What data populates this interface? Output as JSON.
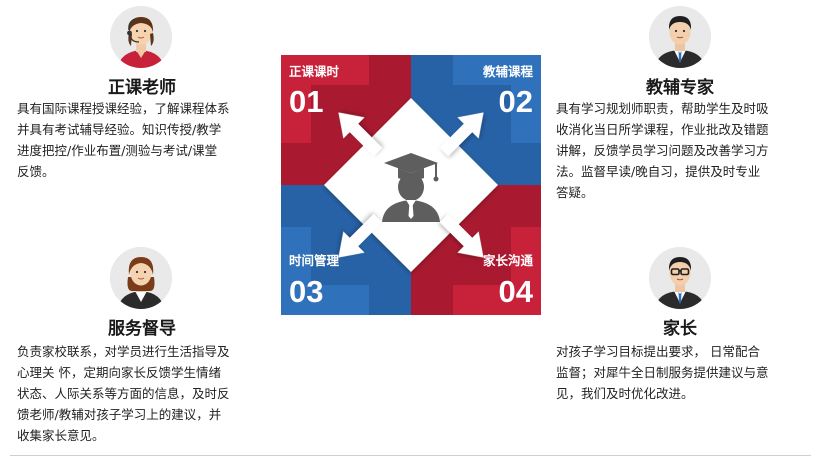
{
  "colors": {
    "red": "#c8213a",
    "blue": "#2f72bb",
    "gray": "#5e5e5e"
  },
  "center": {
    "icon": "graduate-icon"
  },
  "quadrants": [
    {
      "label": "正课课时",
      "number": "01",
      "color": "#c8213a"
    },
    {
      "label": "教辅课程",
      "number": "02",
      "color": "#2f72bb"
    },
    {
      "label": "时间管理",
      "number": "03",
      "color": "#2f72bb"
    },
    {
      "label": "家长沟通",
      "number": "04",
      "color": "#c8213a"
    }
  ],
  "roles": {
    "teacher": {
      "title": "正课老师",
      "desc": "具有国际课程授课经验，了解课程体系\n并具有考试辅导经验。知识传授/教学\n进度把控/作业布置/测验与考试/课堂\n反馈。",
      "icon": "female-headset-avatar-icon"
    },
    "expert": {
      "title": "教辅专家",
      "desc": "具有学习规划师职责，帮助学生及时吸\n收消化当日所学课程，作业批改及错题\n讲解，反馈学员学习问题及改善学习方\n法。监督早读/晚自习，提供及时专业\n答疑。",
      "icon": "male-suit-avatar-icon"
    },
    "supervisor": {
      "title": "服务督导",
      "desc": "负责家校联系，对学员进行生活指导及\n心理关 怀，定期向家长反馈学生情绪\n状态、人际关系等方面的信息，及时反\n馈老师/教辅对孩子学习上的建议，并\n收集家长意见。",
      "icon": "female-avatar-icon"
    },
    "parent": {
      "title": "家长",
      "desc": "对孩子学习目标提出要求， 日常配合\n监督；对犀牛全日制服务提供建议与意\n见，我们及时优化改进。",
      "icon": "male-glasses-avatar-icon"
    }
  }
}
